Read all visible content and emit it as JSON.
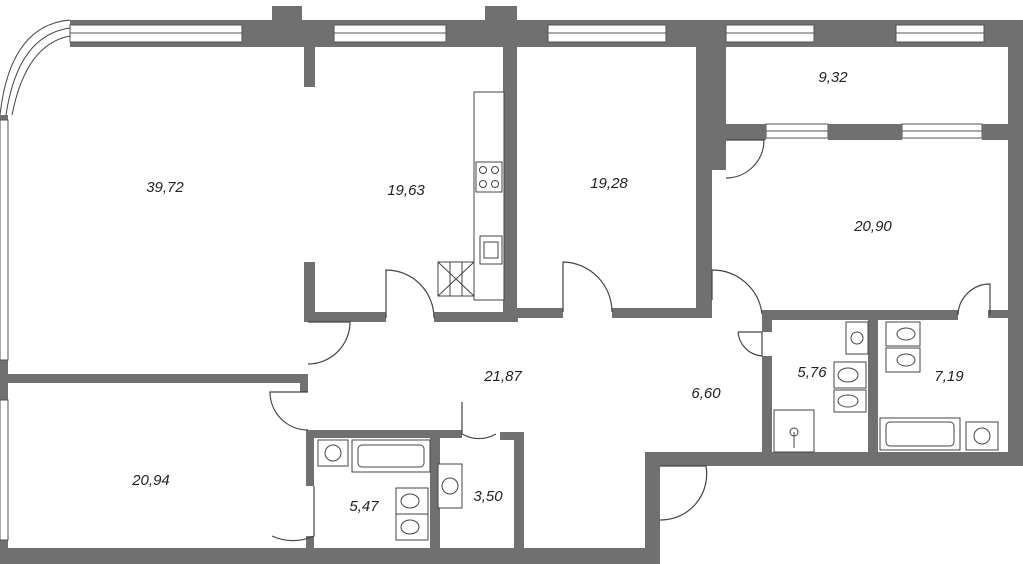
{
  "plan": {
    "rooms": [
      {
        "id": "living-room",
        "area": "39,72"
      },
      {
        "id": "kitchen",
        "area": "19,63"
      },
      {
        "id": "bedroom-1",
        "area": "19,28"
      },
      {
        "id": "balcony",
        "area": "9,32"
      },
      {
        "id": "bedroom-2",
        "area": "20,90"
      },
      {
        "id": "hall",
        "area": "21,87"
      },
      {
        "id": "corridor",
        "area": "6,60"
      },
      {
        "id": "bathroom-1",
        "area": "5,76"
      },
      {
        "id": "bathroom-2",
        "area": "7,19"
      },
      {
        "id": "bedroom-3",
        "area": "20,94"
      },
      {
        "id": "bathroom-3",
        "area": "5,47"
      },
      {
        "id": "wc",
        "area": "3,50"
      }
    ],
    "colors": {
      "wall": "#707070",
      "background": "#ffffff",
      "line": "#444444"
    }
  }
}
